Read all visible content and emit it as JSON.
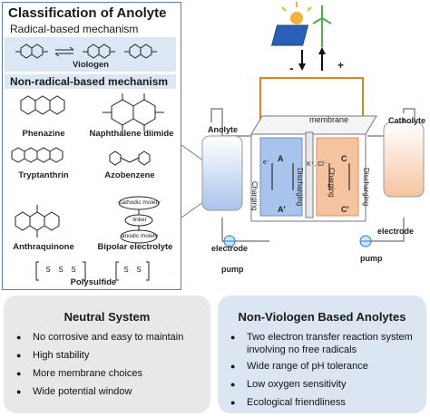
{
  "panel": {
    "title": "Classification of Anolyte",
    "radical_section": "Radical-based mechanism",
    "viologen": "Viologen",
    "nonradical_section": "Non-radical-based mechanism",
    "molecules": [
      "Phenazine",
      "Naphthalene diimide",
      "Tryptanthrin",
      "Azobenzene",
      "Anthraquinone",
      "Bipolar electrolyte",
      "Polysulfide"
    ],
    "bipolar_parts": [
      "cathodic moiety",
      "linker",
      "anodic moiety"
    ]
  },
  "cell": {
    "anolyte": "Anolyte",
    "catholyte": "Catholyte",
    "membrane": "membrane",
    "electrode_left": "electrode",
    "electrode_right": "electrode",
    "pump_left": "pump",
    "pump_right": "pump",
    "minus": "-",
    "plus": "+",
    "charging_left": "Charging",
    "discharging_left": "Discharging",
    "charging_right": "Charging",
    "discharging_right": "Discharging",
    "species_a": "A",
    "species_a_prime": "A'",
    "species_c": "C",
    "species_c_prime": "C'",
    "electron": "e⁻",
    "ions": "K⁺, Cl⁻",
    "colors": {
      "anolyte": "#a9c4ec",
      "catholyte": "#f6c3a1",
      "wire": "#e67e22"
    }
  },
  "neutral": {
    "title": "Neutral System",
    "items": [
      "No corrosive and easy to maintain",
      "High stability",
      "More membrane choices",
      "Wide potential window"
    ],
    "bg": "#e8e8e8"
  },
  "nonviologen": {
    "title": "Non-Viologen Based Anolytes",
    "items": [
      "Two electron transfer reaction system involving no free radicals",
      "Wide range of pH tolerance",
      "Low oxygen sensitivity",
      "Ecological friendliness"
    ],
    "bg": "#dce6f3"
  }
}
